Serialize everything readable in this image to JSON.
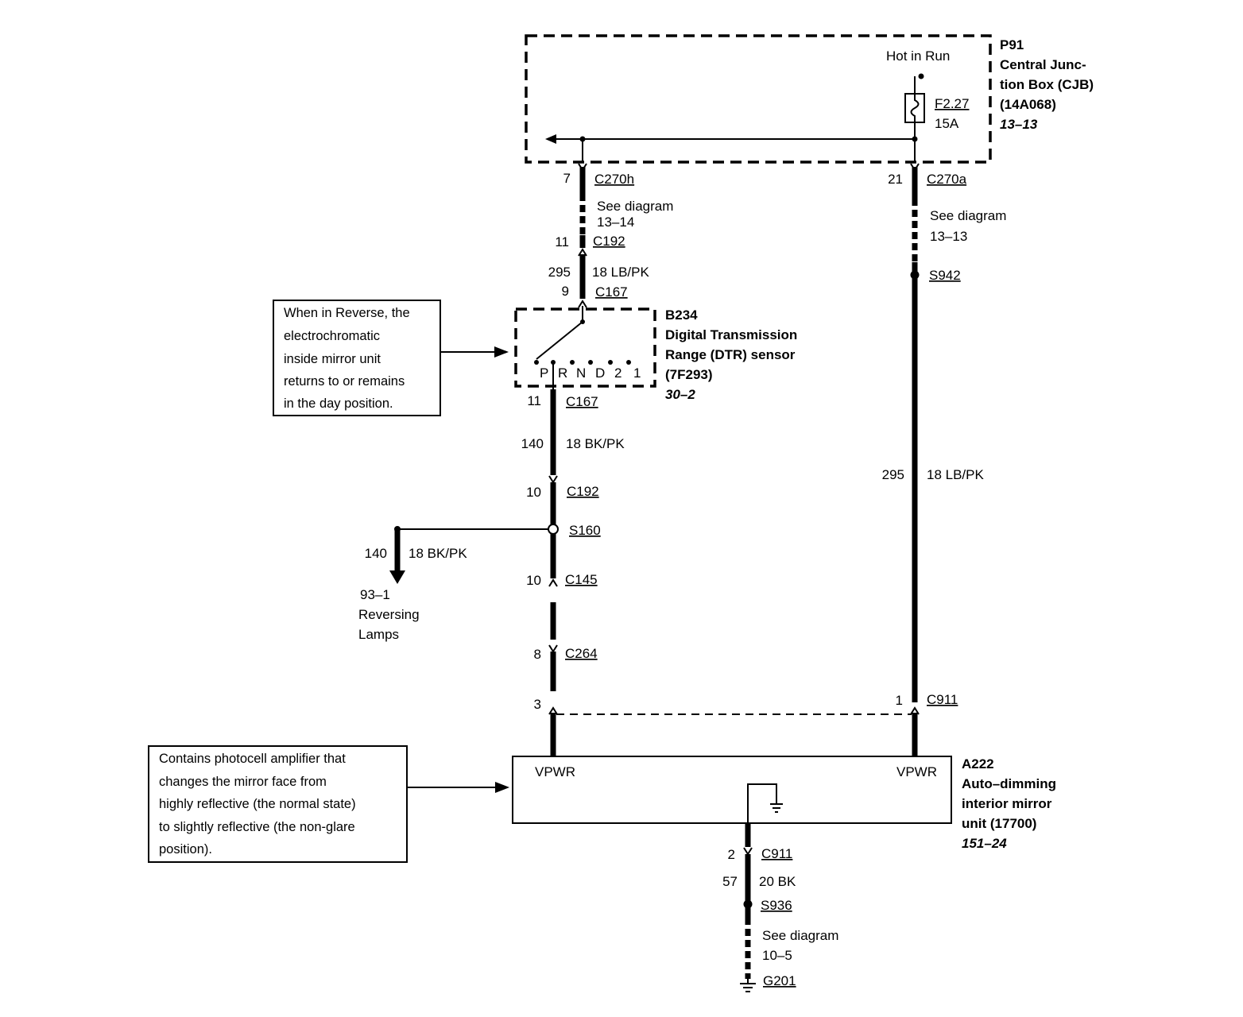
{
  "cjb": {
    "id": "P91",
    "name_line1": "Central Junc-",
    "name_line2": "tion Box (CJB)",
    "part": "(14A068)",
    "ref": "13–13",
    "hot": "Hot in Run",
    "fuse": "F2.27",
    "fuse_rating": "15A"
  },
  "left_branch": {
    "c270h_pin": "7",
    "c270h": "C270h",
    "see_line1": "See diagram",
    "see_line2": "13–14",
    "c192_pin": "11",
    "c192": "C192",
    "circuit": "295",
    "wire": "18 LB/PK",
    "c167_pin": "9",
    "c167": "C167"
  },
  "right_branch": {
    "c270a_pin": "21",
    "c270a": "C270a",
    "see_line1": "See diagram",
    "see_line2": "13–13",
    "splice": "S942",
    "circuit": "295",
    "wire": "18 LB/PK",
    "c911_pin": "1",
    "c911": "C911"
  },
  "dtr": {
    "id": "B234",
    "name_line1": "Digital Transmission",
    "name_line2": "Range (DTR) sensor",
    "part": "(7F293)",
    "ref": "30–2",
    "positions": [
      "P",
      "R",
      "N",
      "D",
      "2",
      "1"
    ]
  },
  "note_reverse": [
    "When in Reverse, the",
    "electrochromatic",
    "inside mirror unit",
    "returns to or remains",
    "in the day position."
  ],
  "lower": {
    "c167_pin": "11",
    "c167": "C167",
    "circuit": "140",
    "wire": "18 BK/PK",
    "c192_pin": "10",
    "c192": "C192",
    "splice": "S160",
    "c145_pin": "10",
    "c145": "C145",
    "c264_pin": "8",
    "c264": "C264",
    "c911_pin": "3"
  },
  "reversing": {
    "circuit": "140",
    "wire": "18 BK/PK",
    "ref": "93–1",
    "line1": "Reversing",
    "line2": "Lamps"
  },
  "mirror": {
    "id": "A222",
    "name_line1": "Auto–dimming",
    "name_line2": "interior mirror",
    "name_line3": "unit (17700)",
    "ref": "151–24",
    "vpwr_left": "VPWR",
    "vpwr_right": "VPWR"
  },
  "note_photocell": [
    "Contains photocell amplifier that",
    "changes the mirror face from",
    "highly reflective (the normal state)",
    "to slightly reflective (the non-glare",
    "position)."
  ],
  "ground": {
    "c911_pin": "2",
    "c911": "C911",
    "circuit": "57",
    "wire": "20 BK",
    "splice": "S936",
    "see_line1": "See diagram",
    "see_line2": "10–5",
    "g": "G201"
  }
}
